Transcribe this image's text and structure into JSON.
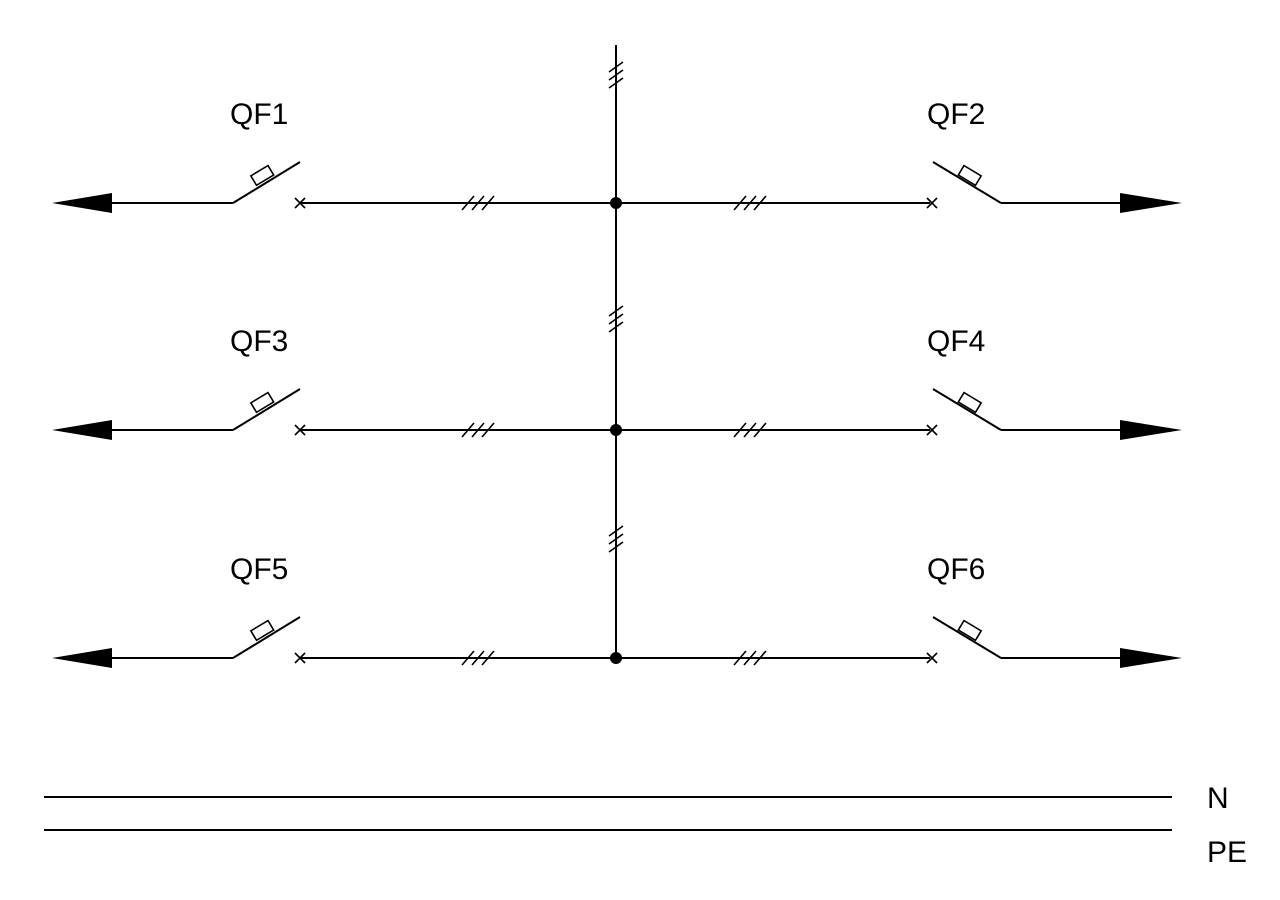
{
  "breakers": [
    {
      "id": "QF1",
      "label": "QF1"
    },
    {
      "id": "QF2",
      "label": "QF2"
    },
    {
      "id": "QF3",
      "label": "QF3"
    },
    {
      "id": "QF4",
      "label": "QF4"
    },
    {
      "id": "QF5",
      "label": "QF5"
    },
    {
      "id": "QF6",
      "label": "QF6"
    }
  ],
  "conductors": [
    {
      "id": "N",
      "label": "N"
    },
    {
      "id": "PE",
      "label": "PE"
    }
  ],
  "colors": {
    "line": "#000000",
    "background": "#ffffff"
  }
}
